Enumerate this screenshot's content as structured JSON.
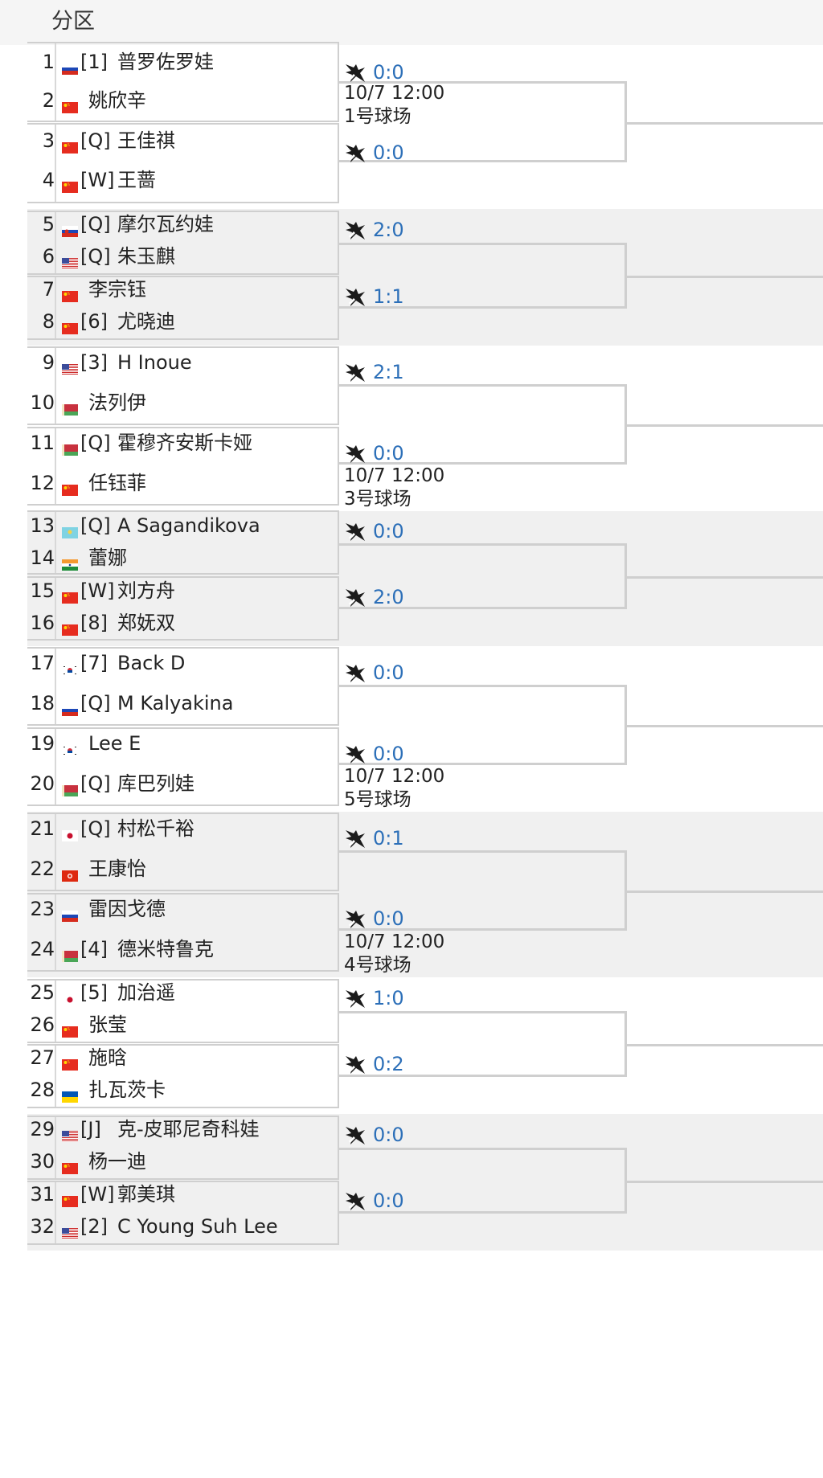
{
  "header": {
    "title": "分区"
  },
  "groups": [
    {
      "players": [
        {
          "num": "1",
          "flag": "ru",
          "seed": "[1]",
          "name": "普罗佐罗娃"
        },
        {
          "num": "2",
          "flag": "cn",
          "seed": "",
          "name": "姚欣辛"
        },
        {
          "num": "3",
          "flag": "cn",
          "seed": "[Q]",
          "name": "王佳祺"
        },
        {
          "num": "4",
          "flag": "cn",
          "seed": "[W]",
          "name": "王蔷"
        }
      ],
      "matches": [
        {
          "score": "0:0"
        },
        {
          "score": "0:0"
        }
      ],
      "schedule": {
        "time": "10/7 12:00",
        "court": "1号球场"
      }
    },
    {
      "players": [
        {
          "num": "5",
          "flag": "sk",
          "seed": "[Q]",
          "name": "摩尔瓦约娃"
        },
        {
          "num": "6",
          "flag": "us",
          "seed": "[Q]",
          "name": "朱玉麒"
        },
        {
          "num": "7",
          "flag": "cn",
          "seed": "",
          "name": "李宗钰"
        },
        {
          "num": "8",
          "flag": "cn",
          "seed": "[6]",
          "name": "尤晓迪"
        }
      ],
      "matches": [
        {
          "score": "2:0"
        },
        {
          "score": "1:1"
        }
      ],
      "schedule": null
    },
    {
      "players": [
        {
          "num": "9",
          "flag": "us",
          "seed": "[3]",
          "name": "H Inoue"
        },
        {
          "num": "10",
          "flag": "by",
          "seed": "",
          "name": "法列伊"
        },
        {
          "num": "11",
          "flag": "by",
          "seed": "[Q]",
          "name": "霍穆齐安斯卡娅"
        },
        {
          "num": "12",
          "flag": "cn",
          "seed": "",
          "name": "任钰菲"
        }
      ],
      "matches": [
        {
          "score": "2:1"
        },
        {
          "score": "0:0"
        }
      ],
      "schedule": {
        "time": "10/7 12:00",
        "court": "3号球场"
      }
    },
    {
      "players": [
        {
          "num": "13",
          "flag": "kz",
          "seed": "[Q]",
          "name": "A Sagandikova"
        },
        {
          "num": "14",
          "flag": "in",
          "seed": "",
          "name": "蕾娜"
        },
        {
          "num": "15",
          "flag": "cn",
          "seed": "[W]",
          "name": "刘方舟"
        },
        {
          "num": "16",
          "flag": "cn",
          "seed": "[8]",
          "name": "郑妩双"
        }
      ],
      "matches": [
        {
          "score": "0:0"
        },
        {
          "score": "2:0"
        }
      ],
      "schedule": null
    },
    {
      "players": [
        {
          "num": "17",
          "flag": "kr",
          "seed": "[7]",
          "name": "Back D"
        },
        {
          "num": "18",
          "flag": "ru",
          "seed": "[Q]",
          "name": "M Kalyakina"
        },
        {
          "num": "19",
          "flag": "kr",
          "seed": "",
          "name": "Lee E"
        },
        {
          "num": "20",
          "flag": "by",
          "seed": "[Q]",
          "name": "库巴列娃"
        }
      ],
      "matches": [
        {
          "score": "0:0"
        },
        {
          "score": "0:0"
        }
      ],
      "schedule": {
        "time": "10/7 12:00",
        "court": "5号球场"
      }
    },
    {
      "players": [
        {
          "num": "21",
          "flag": "jp",
          "seed": "[Q]",
          "name": "村松千裕"
        },
        {
          "num": "22",
          "flag": "hk",
          "seed": "",
          "name": "王康怡"
        },
        {
          "num": "23",
          "flag": "ru",
          "seed": "",
          "name": "雷因戈德"
        },
        {
          "num": "24",
          "flag": "by",
          "seed": "[4]",
          "name": "德米特鲁克"
        }
      ],
      "matches": [
        {
          "score": "0:1"
        },
        {
          "score": "0:0"
        }
      ],
      "schedule": {
        "time": "10/7 12:00",
        "court": "4号球场"
      }
    },
    {
      "players": [
        {
          "num": "25",
          "flag": "jp",
          "seed": "[5]",
          "name": "加治遥"
        },
        {
          "num": "26",
          "flag": "cn",
          "seed": "",
          "name": "张莹"
        },
        {
          "num": "27",
          "flag": "cn",
          "seed": "",
          "name": "施晗"
        },
        {
          "num": "28",
          "flag": "ua",
          "seed": "",
          "name": "扎瓦茨卡"
        }
      ],
      "matches": [
        {
          "score": "1:0"
        },
        {
          "score": "0:2"
        }
      ],
      "schedule": null
    },
    {
      "players": [
        {
          "num": "29",
          "flag": "us",
          "seed": "[J]",
          "name": "克-皮耶尼奇科娃"
        },
        {
          "num": "30",
          "flag": "cn",
          "seed": "",
          "name": "杨一迪"
        },
        {
          "num": "31",
          "flag": "cn",
          "seed": "[W]",
          "name": "郭美琪"
        },
        {
          "num": "32",
          "flag": "us",
          "seed": "[2]",
          "name": "C Young Suh Lee"
        }
      ],
      "matches": [
        {
          "score": "0:0"
        },
        {
          "score": "0:0"
        }
      ],
      "schedule": null
    }
  ],
  "colors": {
    "score": "#2c6fb8",
    "border": "#cfcfcf",
    "alt_band": "#f0f0f0"
  }
}
